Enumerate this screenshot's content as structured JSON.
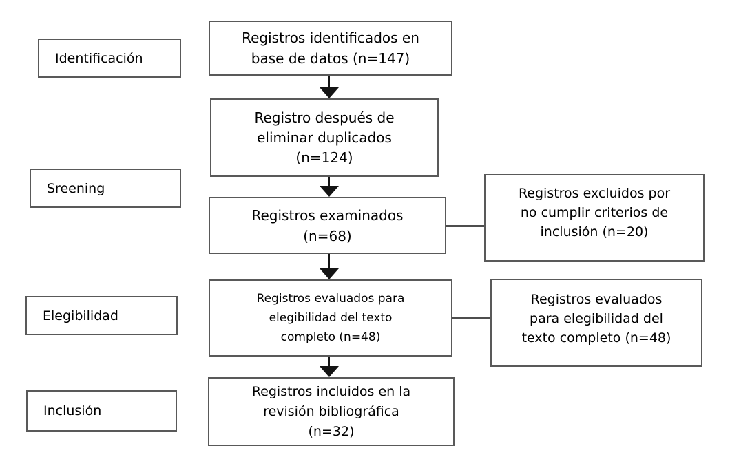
{
  "diagram": {
    "type": "flowchart",
    "language": "es",
    "colors": {
      "background": "#ffffff",
      "box_border": "#595959",
      "arrow": "#141414",
      "connector": "#4d4d4d",
      "text": "#000000"
    },
    "stage_labels": [
      {
        "label": "Identificación"
      },
      {
        "label": "Sreening"
      },
      {
        "label": "Elegibilidad"
      },
      {
        "label": "Inclusión"
      }
    ],
    "center_boxes": [
      {
        "id": "records-identified",
        "count": 147,
        "lines": [
          "Registros identificados en",
          "base de datos (n=147)"
        ]
      },
      {
        "id": "after-duplicates",
        "count": 124,
        "lines": [
          "Registro después de",
          "eliminar duplicados",
          "(n=124)"
        ]
      },
      {
        "id": "records-screened",
        "count": 68,
        "lines": [
          "Registros examinados",
          "(n=68)"
        ]
      },
      {
        "id": "fulltext-eligibility",
        "count": 48,
        "lines": [
          "Registros evaluados para",
          "elegibilidad del texto",
          "completo (n=48)"
        ]
      },
      {
        "id": "records-included",
        "count": 32,
        "lines": [
          "Registros incluidos en la",
          "revisión bibliográfica",
          "(n=32)"
        ]
      }
    ],
    "side_boxes": [
      {
        "id": "records-excluded",
        "count": 20,
        "lines": [
          "Registros excluidos por",
          "no cumplir criterios de",
          "inclusión (n=20)"
        ]
      },
      {
        "id": "fulltext-assessed",
        "count": 48,
        "lines": [
          "Registros evaluados",
          "para elegibilidad del",
          "texto completo (n=48)"
        ]
      }
    ]
  }
}
